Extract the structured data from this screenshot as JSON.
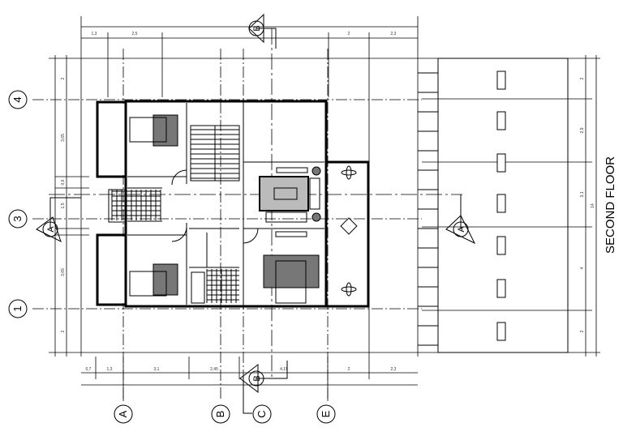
{
  "title": "SECOND FLOOR",
  "dimensions": {
    "top_chain": [
      "1,3",
      "2,5",
      "2",
      "2,3"
    ],
    "bottom_chain": [
      "0,7",
      "1,3",
      "3,1",
      "2,45",
      "4,15",
      "2",
      "2,3"
    ],
    "right_chain": [
      "2",
      "2,9",
      "3,1",
      "4",
      "2"
    ],
    "right_total": "14",
    "left_chain": [
      "2",
      "3,65",
      "0,6",
      "1,5",
      "3,65",
      "2"
    ]
  },
  "grid_rows": [
    "4",
    "3",
    "1"
  ],
  "grid_columns": [
    "A",
    "B",
    "C",
    "E"
  ],
  "section_markers": {
    "horizontal": "A",
    "vertical": "B"
  },
  "colors": {
    "line": "#000000",
    "background": "#ffffff"
  }
}
